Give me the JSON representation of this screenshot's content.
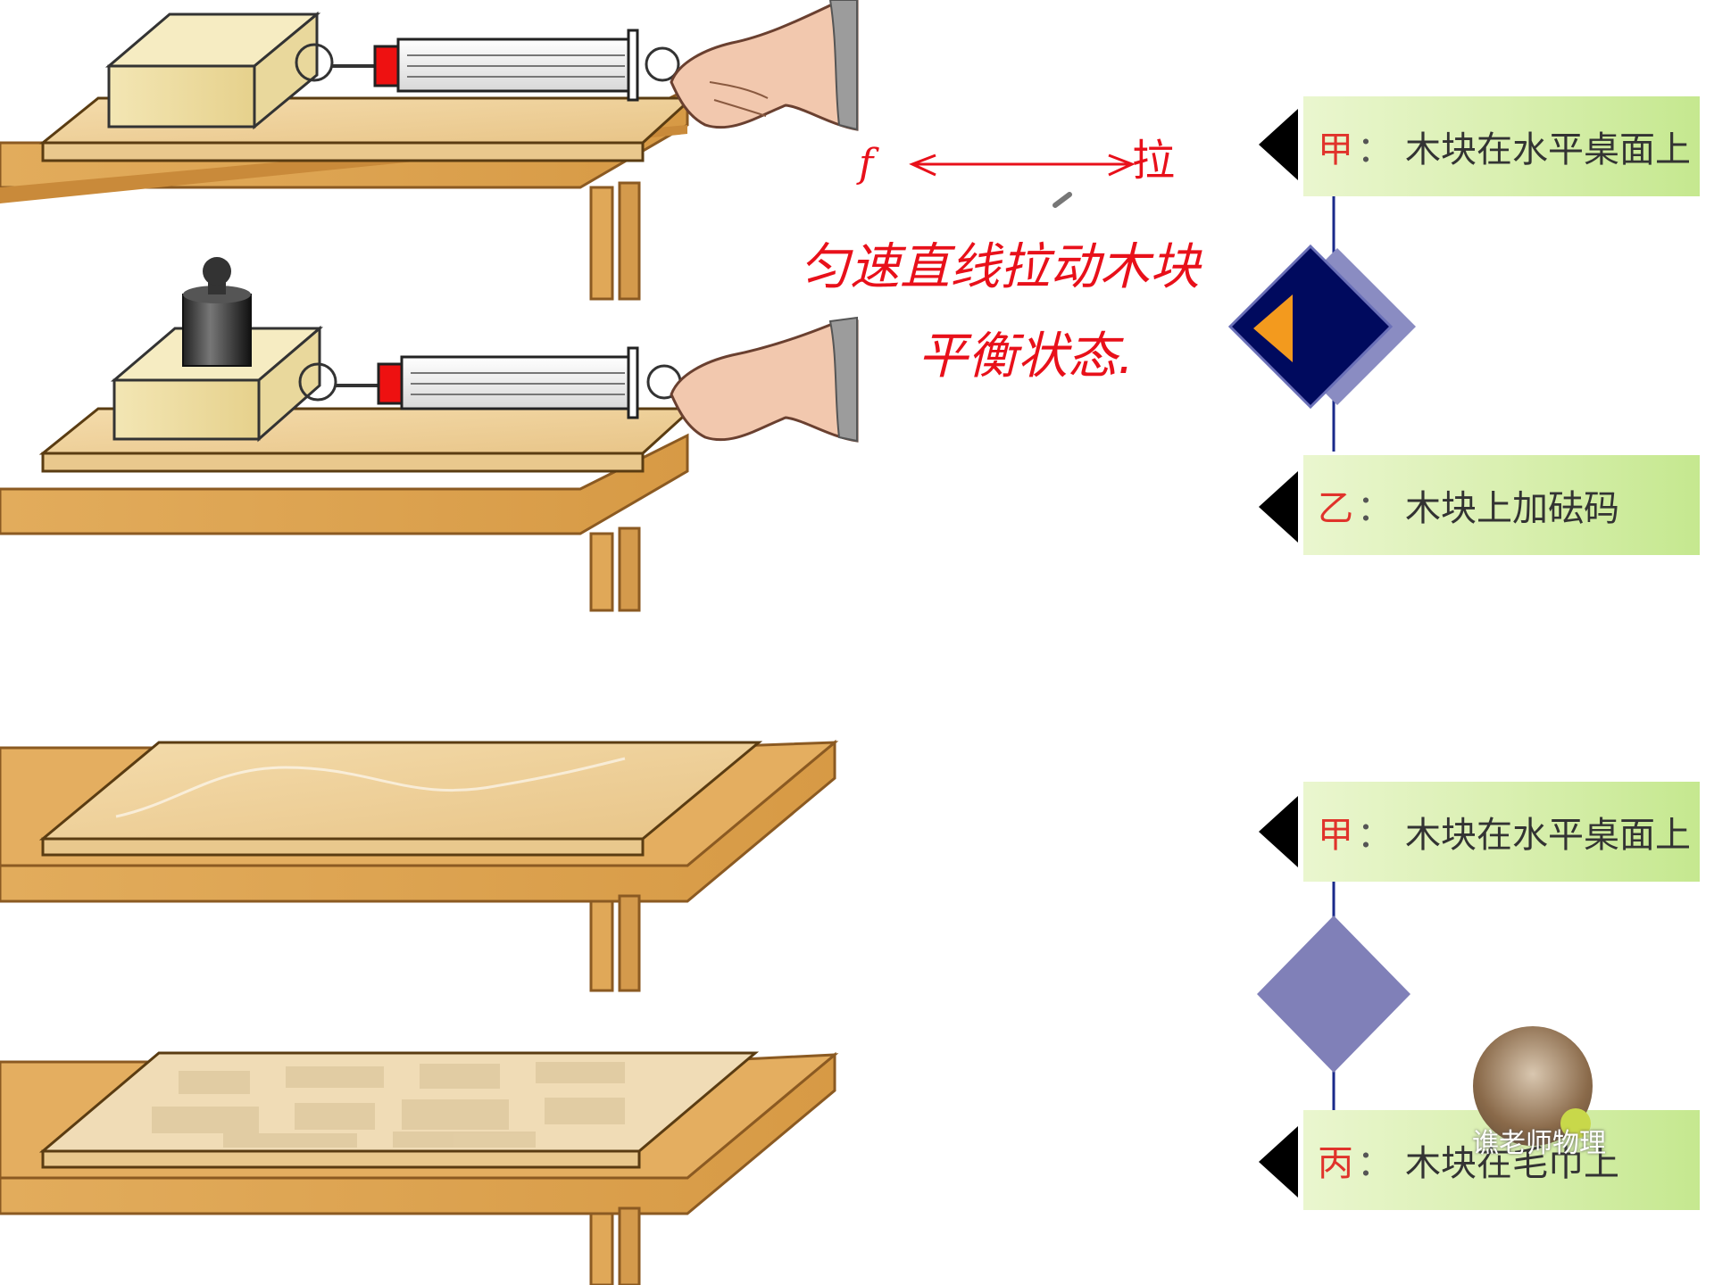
{
  "labels": [
    {
      "prefix": "甲",
      "colon": "：",
      "text": "木块在水平桌面上"
    },
    {
      "prefix": "乙",
      "colon": "：",
      "text": "木块上加砝码"
    },
    {
      "prefix": "甲",
      "colon": "：",
      "text": "木块在水平桌面上"
    },
    {
      "prefix": "丙",
      "colon": "：",
      "text": "木块在毛巾上"
    }
  ],
  "annotations": {
    "force_f": "f",
    "force_pull": "拉",
    "line1": "匀速直线拉动木块",
    "line2": "平衡状态."
  },
  "watermark": "谯老师物理",
  "colors": {
    "table_wood": "#e8b86a",
    "table_edge": "#c98a3a",
    "board": "#f2d9a8",
    "diamond_dark": "#000a5e",
    "diamond_light": "#8a8cc2",
    "diamond_arrow": "#f39a1e",
    "annotation_red": "#e8101a"
  }
}
